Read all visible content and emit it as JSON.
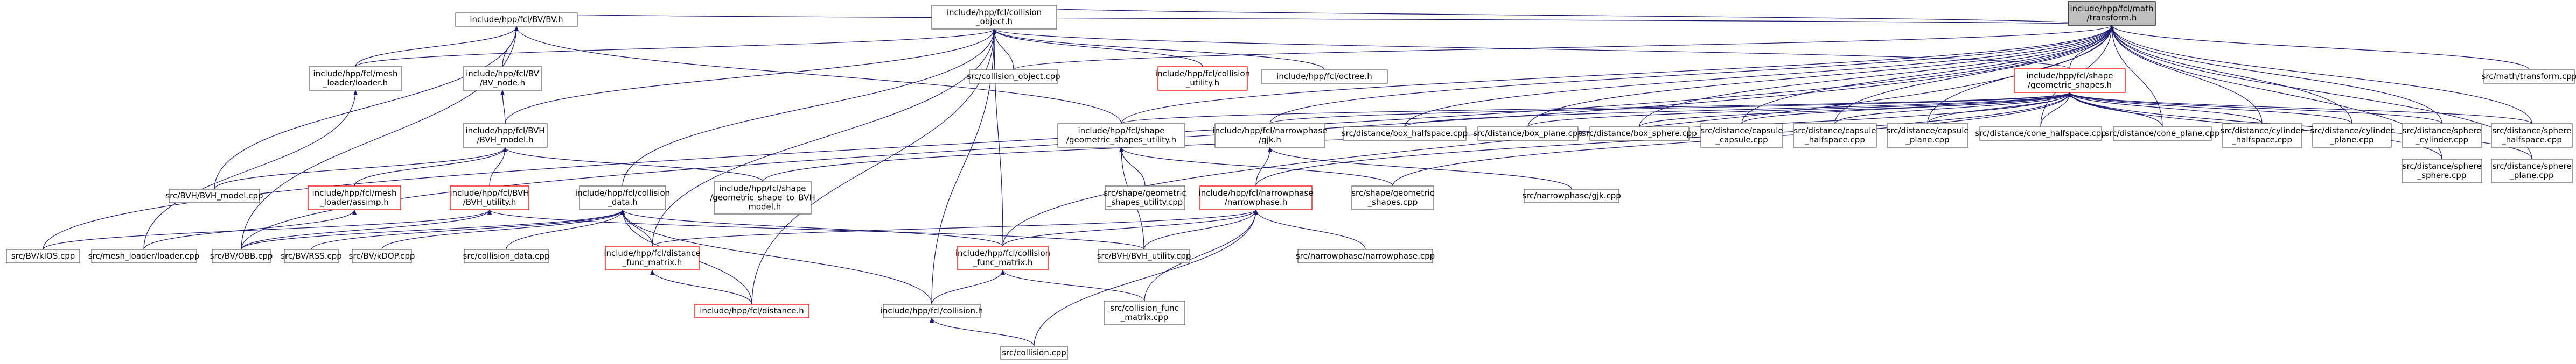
{
  "colors": {
    "edge": "#191970",
    "root_fill": "#bfbfbf",
    "node_border": "#666666",
    "missing_border": "#ff0000"
  },
  "nodes": [
    {
      "id": "root",
      "lines": [
        "include/hpp/fcl/math",
        "/transform.h"
      ],
      "kind": "root"
    },
    {
      "id": "math_cpp",
      "lines": [
        "src/math/transform.cpp"
      ],
      "kind": "file"
    },
    {
      "id": "bvh",
      "lines": [
        "include/hpp/fcl/BV/BV.h"
      ],
      "kind": "file"
    },
    {
      "id": "coll_obj",
      "lines": [
        "include/hpp/fcl/collision",
        "_object.h"
      ],
      "kind": "file"
    },
    {
      "id": "shape_geo",
      "lines": [
        "include/hpp/fcl/shape",
        "/geometric_shapes.h"
      ],
      "kind": "red"
    },
    {
      "id": "mesh_loader",
      "lines": [
        "include/hpp/fcl/mesh",
        "_loader/loader.h"
      ],
      "kind": "file"
    },
    {
      "id": "bv_node",
      "lines": [
        "include/hpp/fcl/BV",
        "/BV_node.h"
      ],
      "kind": "file"
    },
    {
      "id": "coll_obj_cpp",
      "lines": [
        "src/collision_object.cpp"
      ],
      "kind": "file"
    },
    {
      "id": "coll_util",
      "lines": [
        "include/hpp/fcl/collision",
        "_utility.h"
      ],
      "kind": "red"
    },
    {
      "id": "octree",
      "lines": [
        "include/hpp/fcl/octree.h"
      ],
      "kind": "file"
    },
    {
      "id": "bvh_model",
      "lines": [
        "include/hpp/fcl/BVH",
        "/BVH_model.h"
      ],
      "kind": "file"
    },
    {
      "id": "shape_utility",
      "lines": [
        "include/hpp/fcl/shape",
        "/geometric_shapes_utility.h"
      ],
      "kind": "file"
    },
    {
      "id": "narrowphase_gjk",
      "lines": [
        "include/hpp/fcl/narrowphase",
        "/gjk.h"
      ],
      "kind": "file"
    },
    {
      "id": "box_halfspace",
      "lines": [
        "src/distance/box_halfspace.cpp"
      ],
      "kind": "file"
    },
    {
      "id": "box_plane",
      "lines": [
        "src/distance/box_plane.cpp"
      ],
      "kind": "file"
    },
    {
      "id": "box_sphere",
      "lines": [
        "src/distance/box_sphere.cpp"
      ],
      "kind": "file"
    },
    {
      "id": "capsule_capsule",
      "lines": [
        "src/distance/capsule",
        "_capsule.cpp"
      ],
      "kind": "file"
    },
    {
      "id": "capsule_halfspace",
      "lines": [
        "src/distance/capsule",
        "_halfspace.cpp"
      ],
      "kind": "file"
    },
    {
      "id": "capsule_plane",
      "lines": [
        "src/distance/capsule",
        "_plane.cpp"
      ],
      "kind": "file"
    },
    {
      "id": "cone_halfspace",
      "lines": [
        "src/distance/cone_halfspace.cpp"
      ],
      "kind": "file"
    },
    {
      "id": "cone_plane",
      "lines": [
        "src/distance/cone_plane.cpp"
      ],
      "kind": "file"
    },
    {
      "id": "cyl_halfspace",
      "lines": [
        "src/distance/cylinder",
        "_halfspace.cpp"
      ],
      "kind": "file"
    },
    {
      "id": "cyl_plane",
      "lines": [
        "src/distance/cylinder",
        "_plane.cpp"
      ],
      "kind": "file"
    },
    {
      "id": "sphere_cyl",
      "lines": [
        "src/distance/sphere",
        "_cylinder.cpp"
      ],
      "kind": "file"
    },
    {
      "id": "sphere_halfspace",
      "lines": [
        "src/distance/sphere",
        "_halfspace.cpp"
      ],
      "kind": "file"
    },
    {
      "id": "sphere_plane",
      "lines": [
        "src/distance/sphere",
        "_plane.cpp"
      ],
      "kind": "file"
    },
    {
      "id": "sphere_sphere",
      "lines": [
        "src/distance/sphere",
        "_sphere.cpp"
      ],
      "kind": "file"
    },
    {
      "id": "bvh_model_cpp",
      "lines": [
        "src/BVH/BVH_model.cpp"
      ],
      "kind": "file"
    },
    {
      "id": "assimp",
      "lines": [
        "include/hpp/fcl/mesh",
        "_loader/assimp.h"
      ],
      "kind": "red"
    },
    {
      "id": "bvh_utility",
      "lines": [
        "include/hpp/fcl/BVH",
        "/BVH_utility.h"
      ],
      "kind": "red"
    },
    {
      "id": "coll_data",
      "lines": [
        "include/hpp/fcl/collision",
        "_data.h"
      ],
      "kind": "file"
    },
    {
      "id": "shape_to_bvh",
      "lines": [
        "include/hpp/fcl/shape",
        "/geometric_shape_to_BVH",
        "_model.h"
      ],
      "kind": "file"
    },
    {
      "id": "shape_util_cpp",
      "lines": [
        "src/shape/geometric",
        "_shapes_utility.cpp"
      ],
      "kind": "file"
    },
    {
      "id": "narrowphase_h",
      "lines": [
        "include/hpp/fcl/narrowphase",
        "/narrowphase.h"
      ],
      "kind": "red"
    },
    {
      "id": "geo_shapes_cpp",
      "lines": [
        "src/shape/geometric",
        "_shapes.cpp"
      ],
      "kind": "file"
    },
    {
      "id": "gjk_cpp",
      "lines": [
        "src/narrowphase/gjk.cpp"
      ],
      "kind": "file"
    },
    {
      "id": "kios",
      "lines": [
        "src/BV/kIOS.cpp"
      ],
      "kind": "file"
    },
    {
      "id": "mesh_loader_cpp",
      "lines": [
        "src/mesh_loader/loader.cpp"
      ],
      "kind": "file"
    },
    {
      "id": "obb",
      "lines": [
        "src/BV/OBB.cpp"
      ],
      "kind": "file"
    },
    {
      "id": "rss",
      "lines": [
        "src/BV/RSS.cpp"
      ],
      "kind": "file"
    },
    {
      "id": "kdop",
      "lines": [
        "src/BV/kDOP.cpp"
      ],
      "kind": "file"
    },
    {
      "id": "coll_data_cpp",
      "lines": [
        "src/collision_data.cpp"
      ],
      "kind": "file"
    },
    {
      "id": "dist_func_matrix",
      "lines": [
        "include/hpp/fcl/distance",
        "_func_matrix.h"
      ],
      "kind": "red"
    },
    {
      "id": "coll_func_matrix",
      "lines": [
        "include/hpp/fcl/collision",
        "_func_matrix.h"
      ],
      "kind": "red"
    },
    {
      "id": "bvh_utility_cpp",
      "lines": [
        "src/BVH/BVH_utility.cpp"
      ],
      "kind": "file"
    },
    {
      "id": "narrowphase_cpp",
      "lines": [
        "src/narrowphase/narrowphase.cpp"
      ],
      "kind": "file"
    },
    {
      "id": "distance_h",
      "lines": [
        "include/hpp/fcl/distance.h"
      ],
      "kind": "red"
    },
    {
      "id": "collision_h",
      "lines": [
        "include/hpp/fcl/collision.h"
      ],
      "kind": "file"
    },
    {
      "id": "coll_func_matrix_cpp",
      "lines": [
        "src/collision_func",
        "_matrix.cpp"
      ],
      "kind": "file"
    },
    {
      "id": "collision_cpp",
      "lines": [
        "src/collision.cpp"
      ],
      "kind": "file"
    }
  ]
}
